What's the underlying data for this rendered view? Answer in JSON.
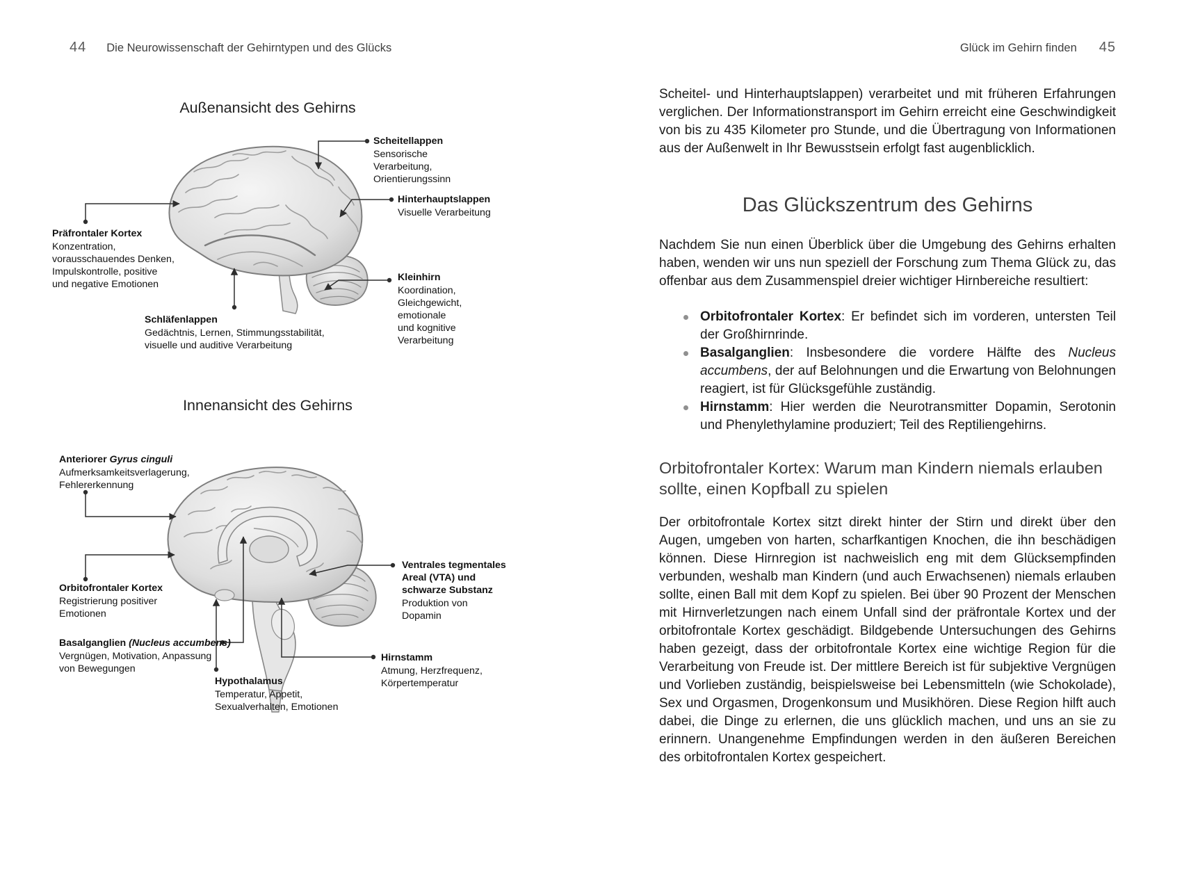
{
  "left_page": {
    "page_number": "44",
    "running_title": "Die Neurowissenschaft der Gehirntypen und des Glücks",
    "diagram_outer": {
      "title": "Außenansicht des Gehirns",
      "labels": {
        "scheitellappen": {
          "title": "Scheitellappen",
          "desc": "Sensorische Verarbeitung,\nOrientierungssinn"
        },
        "hinterhauptslappen": {
          "title": "Hinterhauptslappen",
          "desc": "Visuelle Verarbeitung"
        },
        "kleinhirn": {
          "title": "Kleinhirn",
          "desc": "Koordination,\nGleichgewicht,\nemotionale\nund kognitive\nVerarbeitung"
        },
        "praefrontaler_kortex": {
          "title": "Präfrontaler Kortex",
          "desc": "Konzentration,\nvorausschauendes Denken,\nImpulskontrolle, positive\nund negative Emotionen"
        },
        "schlaefenlappen": {
          "title": "Schläfenlappen",
          "desc": "Gedächtnis, Lernen, Stimmungsstabilität,\nvisuelle und auditive Verarbeitung"
        }
      }
    },
    "diagram_inner": {
      "title": "Innenansicht des Gehirns",
      "labels": {
        "gyrus_cinguli": {
          "title_regular": "Anteriorer ",
          "title_italic": "Gyrus cinguli",
          "desc": "Aufmerksamkeitsverlagerung,\nFehlererkennung"
        },
        "orbitofrontaler_kortex": {
          "title": "Orbitofrontaler Kortex",
          "desc": "Registrierung positiver\nEmotionen"
        },
        "basalganglien": {
          "title_regular": "Basalganglien ",
          "title_italic": "(Nucleus accumbens)",
          "desc": "Vergnügen, Motivation, Anpassung\nvon Bewegungen"
        },
        "hypothalamus": {
          "title": "Hypothalamus",
          "desc": "Temperatur, Appetit,\nSexualverhalten, Emotionen"
        },
        "vta": {
          "title": "Ventrales tegmentales\nAreal (VTA) und\nschwarze Substanz",
          "desc": "Produktion von\nDopamin"
        },
        "hirnstamm": {
          "title": "Hirnstamm",
          "desc": "Atmung, Herzfrequenz,\nKörpertemperatur"
        }
      }
    }
  },
  "right_page": {
    "running_title": "Glück im Gehirn finden",
    "page_number": "45",
    "para_intro": "Scheitel- und Hinterhauptslappen) verarbeitet und mit früheren Erfahrungen verglichen. Der Informationstransport im Gehirn erreicht eine Geschwindigkeit von bis zu 435 Kilometer pro Stunde, und die Übertragung von Informationen aus der Außenwelt in Ihr Bewusstsein erfolgt fast augenblicklich.",
    "heading": "Das Glückszentrum des Gehirns",
    "para_overview": "Nachdem Sie nun einen Überblick über die Umgebung des Gehirns erhalten haben, wenden wir uns nun speziell der Forschung zum Thema Glück zu, das offenbar aus dem Zusammenspiel dreier wichtiger Hirnbereiche resultiert:",
    "bullets": [
      {
        "b": "Orbitofrontaler Kortex",
        "t1": ": Er befindet sich im vorderen, untersten Teil der Großhirnrinde.",
        "i": "",
        "t2": ""
      },
      {
        "b": "Basalganglien",
        "t1": ": Insbesondere die vordere Hälfte des ",
        "i": "Nucleus accumbens",
        "t2": ", der auf Belohnungen und die Erwartung von Belohnungen reagiert, ist für Glücksgefühle zuständig."
      },
      {
        "b": "Hirnstamm",
        "t1": ": Hier werden die Neurotransmitter Dopamin, Serotonin und Phenylethylamine produziert; Teil des Reptiliengehirns.",
        "i": "",
        "t2": ""
      }
    ],
    "subheading": "Orbitofrontaler Kortex: Warum man Kindern niemals erlauben sollte, einen Kopfball zu spielen",
    "para_orbitofrontal": "Der orbitofrontale Kortex sitzt direkt hinter der Stirn und direkt über den Augen, umgeben von harten, scharfkantigen Knochen, die ihn beschädigen können. Diese Hirnregion ist nachweislich eng mit dem Glücksempfinden verbunden, weshalb man Kindern (und auch Erwachsenen) niemals erlauben sollte, einen Ball mit dem Kopf zu spielen. Bei über 90 Prozent der Menschen mit Hirnverletzungen nach einem Unfall sind der präfrontale Kortex und der orbitofrontale Kortex geschädigt. Bildgebende Untersuchungen des Gehirns haben gezeigt, dass der orbitofrontale Kortex eine wichtige Region für die Verarbeitung von Freude ist. Der mittlere Bereich ist für subjektive Vergnügen und Vorlieben zuständig, beispielsweise bei Lebensmitteln (wie Schokolade), Sex und Orgasmen, Drogenkonsum und Musikhören. Diese Region hilft auch dabei, die Dinge zu erlernen, die uns glücklich machen, und uns an sie zu erinnern. Unangenehme Empfindungen werden in den äußeren Bereichen des orbitofrontalen Kortex gespeichert."
  }
}
